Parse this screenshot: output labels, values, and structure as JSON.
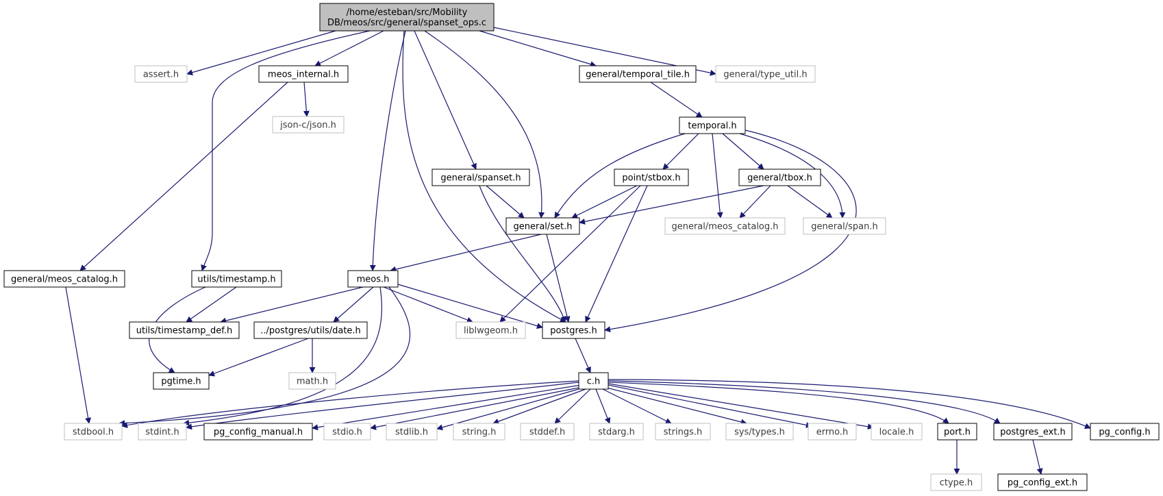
{
  "diagram": {
    "root": {
      "label_line1": "/home/esteban/src/Mobility",
      "label_line2": "DB/meos/src/general/spanset_ops.c"
    },
    "nodes": [
      {
        "id": "assert",
        "label": "assert.h",
        "documented": false
      },
      {
        "id": "meos_internal",
        "label": "meos_internal.h",
        "documented": true
      },
      {
        "id": "temporal_tile",
        "label": "general/temporal_tile.h",
        "documented": true
      },
      {
        "id": "type_util",
        "label": "general/type_util.h",
        "documented": false
      },
      {
        "id": "json",
        "label": "json-c/json.h",
        "documented": false
      },
      {
        "id": "temporal",
        "label": "temporal.h",
        "documented": true
      },
      {
        "id": "spanset",
        "label": "general/spanset.h",
        "documented": true
      },
      {
        "id": "stbox",
        "label": "point/stbox.h",
        "documented": true
      },
      {
        "id": "tbox",
        "label": "general/tbox.h",
        "documented": true
      },
      {
        "id": "set",
        "label": "general/set.h",
        "documented": true
      },
      {
        "id": "meos_catalog_r",
        "label": "general/meos_catalog.h",
        "documented": false
      },
      {
        "id": "span",
        "label": "general/span.h",
        "documented": false
      },
      {
        "id": "meos_catalog_l",
        "label": "general/meos_catalog.h",
        "documented": true
      },
      {
        "id": "timestamp",
        "label": "utils/timestamp.h",
        "documented": true
      },
      {
        "id": "meos",
        "label": "meos.h",
        "documented": true
      },
      {
        "id": "timestamp_def",
        "label": "utils/timestamp_def.h",
        "documented": true
      },
      {
        "id": "date",
        "label": "../postgres/utils/date.h",
        "documented": true
      },
      {
        "id": "liblwgeom",
        "label": "liblwgeom.h",
        "documented": false
      },
      {
        "id": "postgres",
        "label": "postgres.h",
        "documented": true
      },
      {
        "id": "pgtime",
        "label": "pgtime.h",
        "documented": true
      },
      {
        "id": "math",
        "label": "math.h",
        "documented": false
      },
      {
        "id": "c",
        "label": "c.h",
        "documented": true
      },
      {
        "id": "stdbool",
        "label": "stdbool.h",
        "documented": false
      },
      {
        "id": "stdint",
        "label": "stdint.h",
        "documented": false
      },
      {
        "id": "pg_config_manual",
        "label": "pg_config_manual.h",
        "documented": true
      },
      {
        "id": "stdio",
        "label": "stdio.h",
        "documented": false
      },
      {
        "id": "stdlib",
        "label": "stdlib.h",
        "documented": false
      },
      {
        "id": "string",
        "label": "string.h",
        "documented": false
      },
      {
        "id": "stddef",
        "label": "stddef.h",
        "documented": false
      },
      {
        "id": "stdarg",
        "label": "stdarg.h",
        "documented": false
      },
      {
        "id": "strings",
        "label": "strings.h",
        "documented": false
      },
      {
        "id": "systypes",
        "label": "sys/types.h",
        "documented": false
      },
      {
        "id": "errno",
        "label": "errno.h",
        "documented": false
      },
      {
        "id": "locale",
        "label": "locale.h",
        "documented": false
      },
      {
        "id": "port",
        "label": "port.h",
        "documented": true
      },
      {
        "id": "postgres_ext",
        "label": "postgres_ext.h",
        "documented": true
      },
      {
        "id": "pg_config",
        "label": "pg_config.h",
        "documented": true
      },
      {
        "id": "ctype",
        "label": "ctype.h",
        "documented": false
      },
      {
        "id": "pg_config_ext",
        "label": "pg_config_ext.h",
        "documented": true
      }
    ],
    "colors": {
      "edge": "#191970",
      "root_fill": "#bfbfbf",
      "documented_border": "#000000",
      "undocumented_border": "#bfbfbf",
      "documented_text": "#000000",
      "undocumented_text": "#3a3a3a"
    }
  }
}
